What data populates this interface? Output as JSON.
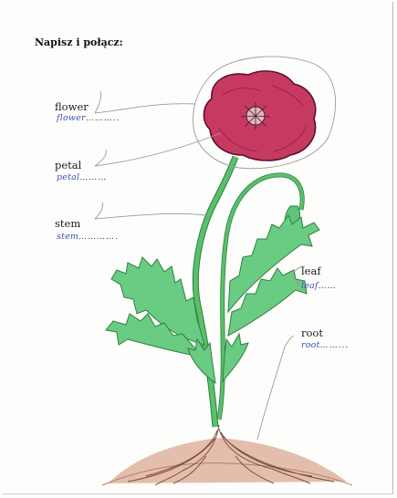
{
  "worksheet": {
    "title": "Napisz i połącz:"
  },
  "labels": [
    {
      "word": "flower",
      "answer": "flower",
      "dots": "……….."
    },
    {
      "word": "petal",
      "answer": "petal",
      "dots": "………"
    },
    {
      "word": "stem",
      "answer": "stem",
      "dots": "…………."
    },
    {
      "word": "leaf",
      "answer": "leaf",
      "dots": "……"
    },
    {
      "word": "root",
      "answer": "root",
      "dots": "……..."
    }
  ],
  "colors": {
    "flower": "#c0305a",
    "flower_dark": "#6e1b33",
    "stem": "#49b35d",
    "leaf": "#5fc47a",
    "root_soil": "#c98d74",
    "handwriting": "#3d4fb8",
    "pencil_line": "#9a9a9a"
  }
}
